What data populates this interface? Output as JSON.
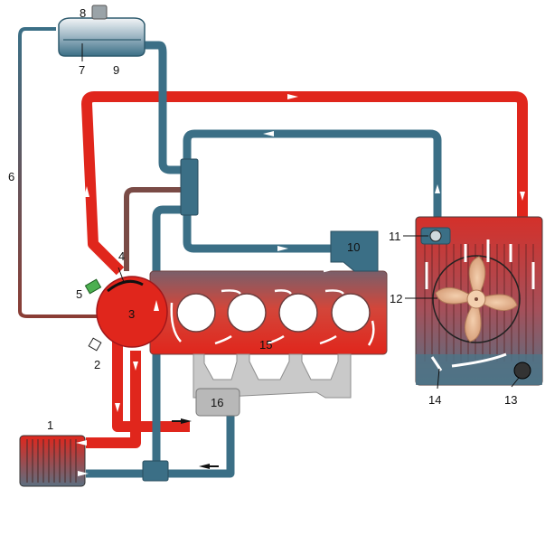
{
  "labels": {
    "l1": "1",
    "l2": "2",
    "l3": "3",
    "l4": "4",
    "l5": "5",
    "l6": "6",
    "l7": "7",
    "l8": "8",
    "l9": "9",
    "l10": "10",
    "l11": "11",
    "l12": "12",
    "l13": "13",
    "l14": "14",
    "l15": "15",
    "l16": "16"
  },
  "colors": {
    "hot": "#e0261c",
    "cold": "#3b6f86",
    "manifold": "#c9c9c9"
  }
}
